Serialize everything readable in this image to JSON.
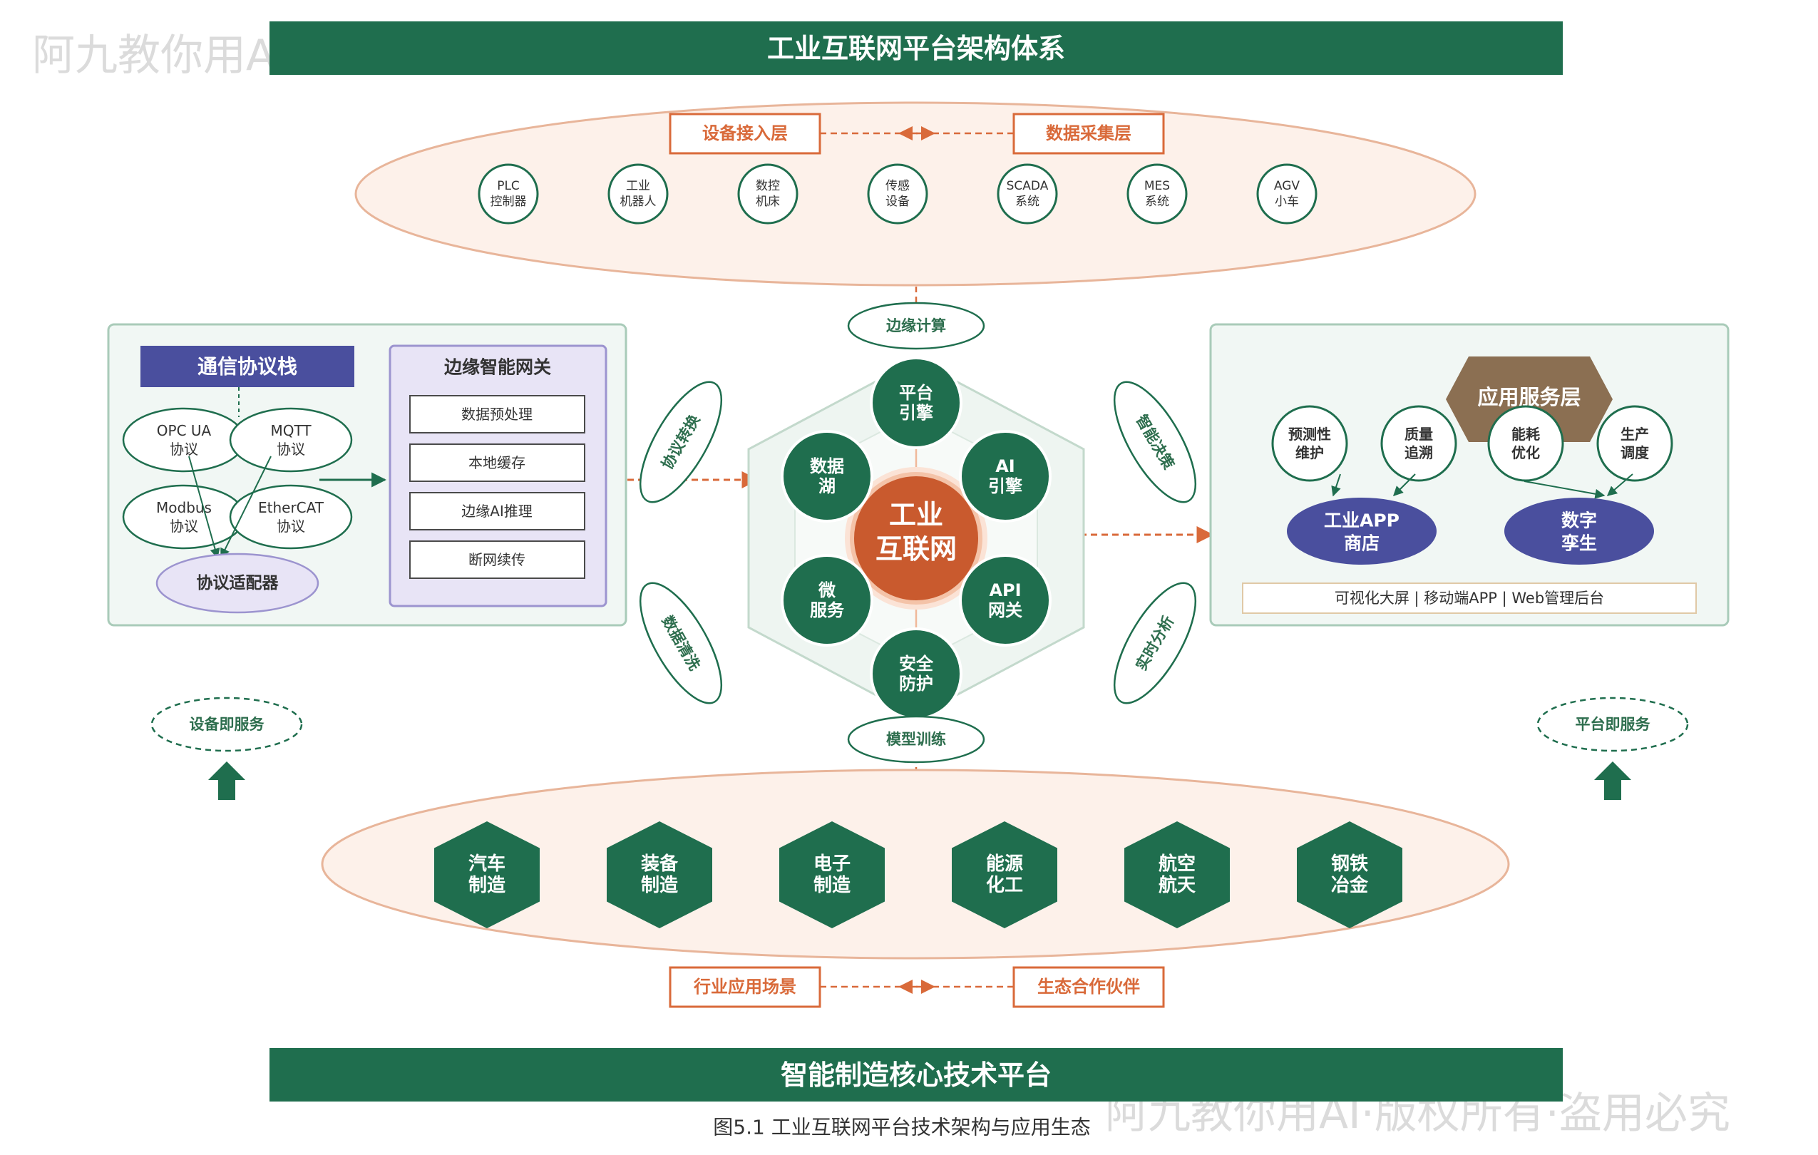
{
  "title": "工业互联网平台架构体系",
  "bottom_title": "智能制造核心技术平台",
  "caption": "图5.1 工业互联网平台技术架构与应用生态",
  "watermark": "阿九教你用AI·版权所有·盗用必究",
  "top_layer": {
    "left_tag": "设备接入层",
    "right_tag": "数据采集层",
    "devices": [
      {
        "l1": "PLC",
        "l2": "控制器"
      },
      {
        "l1": "工业",
        "l2": "机器人"
      },
      {
        "l1": "数控",
        "l2": "机床"
      },
      {
        "l1": "传感",
        "l2": "设备"
      },
      {
        "l1": "SCADA",
        "l2": "系统"
      },
      {
        "l1": "MES",
        "l2": "系统"
      },
      {
        "l1": "AGV",
        "l2": "小车"
      }
    ]
  },
  "left_panel": {
    "stack_title": "通信协议栈",
    "protocols": [
      {
        "l1": "OPC UA",
        "l2": "协议"
      },
      {
        "l1": "MQTT",
        "l2": "协议"
      },
      {
        "l1": "Modbus",
        "l2": "协议"
      },
      {
        "l1": "EtherCAT",
        "l2": "协议"
      }
    ],
    "adapter": "协议适配器",
    "gateway_title": "边缘智能网关",
    "gateway_items": [
      "数据预处理",
      "本地缓存",
      "边缘AI推理",
      "断网续传"
    ]
  },
  "center": {
    "core_l1": "工业",
    "core_l2": "互联网",
    "nodes": [
      {
        "l1": "平台",
        "l2": "引擎"
      },
      {
        "l1": "AI",
        "l2": "引擎"
      },
      {
        "l1": "API",
        "l2": "网关"
      },
      {
        "l1": "安全",
        "l2": "防护"
      },
      {
        "l1": "微",
        "l2": "服务"
      },
      {
        "l1": "数据",
        "l2": "湖"
      }
    ],
    "top_label": "边缘计算",
    "bottom_label": "模型训练",
    "side_labels": [
      "协议转换",
      "数据清洗",
      "智能决策",
      "实时分析"
    ]
  },
  "right_panel": {
    "title": "应用服务层",
    "apps": [
      {
        "l1": "预测性",
        "l2": "维护"
      },
      {
        "l1": "质量",
        "l2": "追溯"
      },
      {
        "l1": "能耗",
        "l2": "优化"
      },
      {
        "l1": "生产",
        "l2": "调度"
      }
    ],
    "store_l1": "工业APP",
    "store_l2": "商店",
    "twin_l1": "数字",
    "twin_l2": "孪生",
    "bar": "可视化大屏 | 移动端APP | Web管理后台"
  },
  "side_services": {
    "left": "设备即服务",
    "right": "平台即服务"
  },
  "bottom_layer": {
    "industries": [
      {
        "l1": "汽车",
        "l2": "制造"
      },
      {
        "l1": "装备",
        "l2": "制造"
      },
      {
        "l1": "电子",
        "l2": "制造"
      },
      {
        "l1": "能源",
        "l2": "化工"
      },
      {
        "l1": "航空",
        "l2": "航天"
      },
      {
        "l1": "钢铁",
        "l2": "冶金"
      }
    ],
    "left_tag": "行业应用场景",
    "right_tag": "生态合作伙伴"
  },
  "colors": {
    "green": "#1f6e4e",
    "orange": "#d96a3a",
    "purple": "#4a4f9e",
    "lavender": "#e8e4f6",
    "peach": "#fdf1ea",
    "brown": "#8b6f52"
  }
}
